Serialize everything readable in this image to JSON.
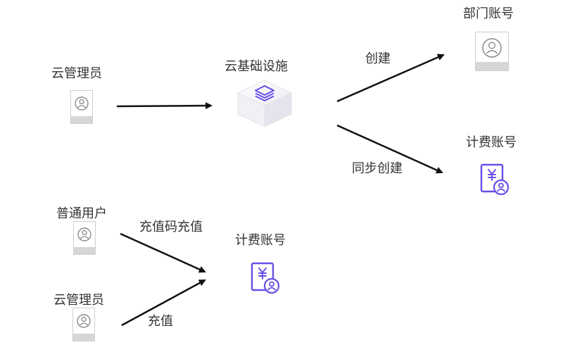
{
  "top": {
    "source_label": "云管理员",
    "center_label": "云基础设施",
    "dept_account_label": "部门账号",
    "billing_account_label": "计费账号",
    "create_label": "创建",
    "sync_create_label": "同步创建"
  },
  "bottom": {
    "user_label": "普通用户",
    "admin_label": "云管理员",
    "target_label": "计费账号",
    "recharge_code_label": "充值码充值",
    "recharge_label": "充值"
  },
  "colors": {
    "arrow": "#111111",
    "accent_purple": "#6b4de6",
    "card_border": "#cfcfcf",
    "card_foot": "#d6d6d6",
    "text": "#333333"
  },
  "icons": {
    "user": "user-card-icon",
    "cloud": "stack-cube-icon",
    "billing": "billing-account-icon"
  }
}
